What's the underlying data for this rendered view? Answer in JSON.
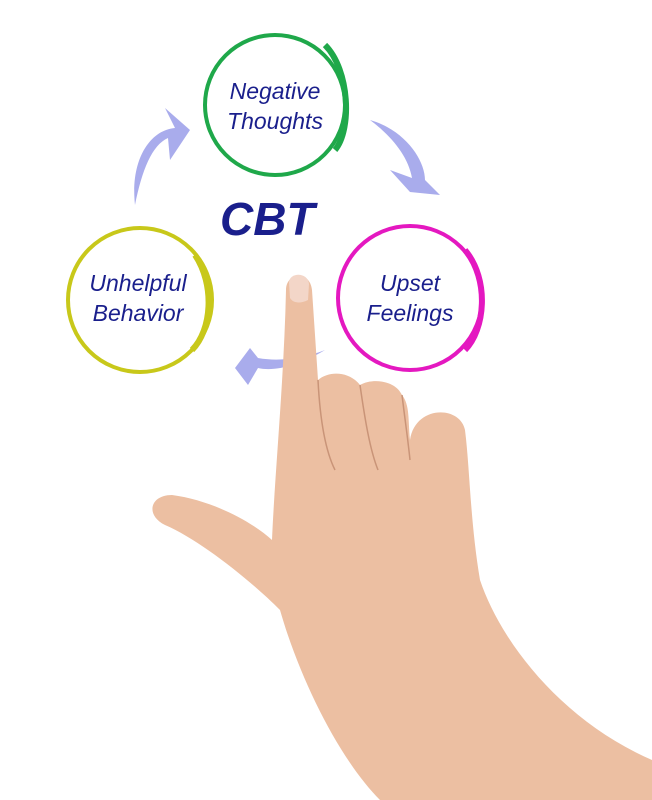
{
  "diagram": {
    "title": "CBT",
    "nodes": [
      {
        "line1": "Negative",
        "line2": "Thoughts",
        "color": "#1fa84a"
      },
      {
        "line1": "Upset",
        "line2": "Feelings",
        "color": "#e418c0"
      },
      {
        "line1": "Unhelpful",
        "line2": "Behavior",
        "color": "#c8c81a"
      }
    ],
    "arrow_color": "#a9acec",
    "text_color": "#1a1f8c"
  }
}
